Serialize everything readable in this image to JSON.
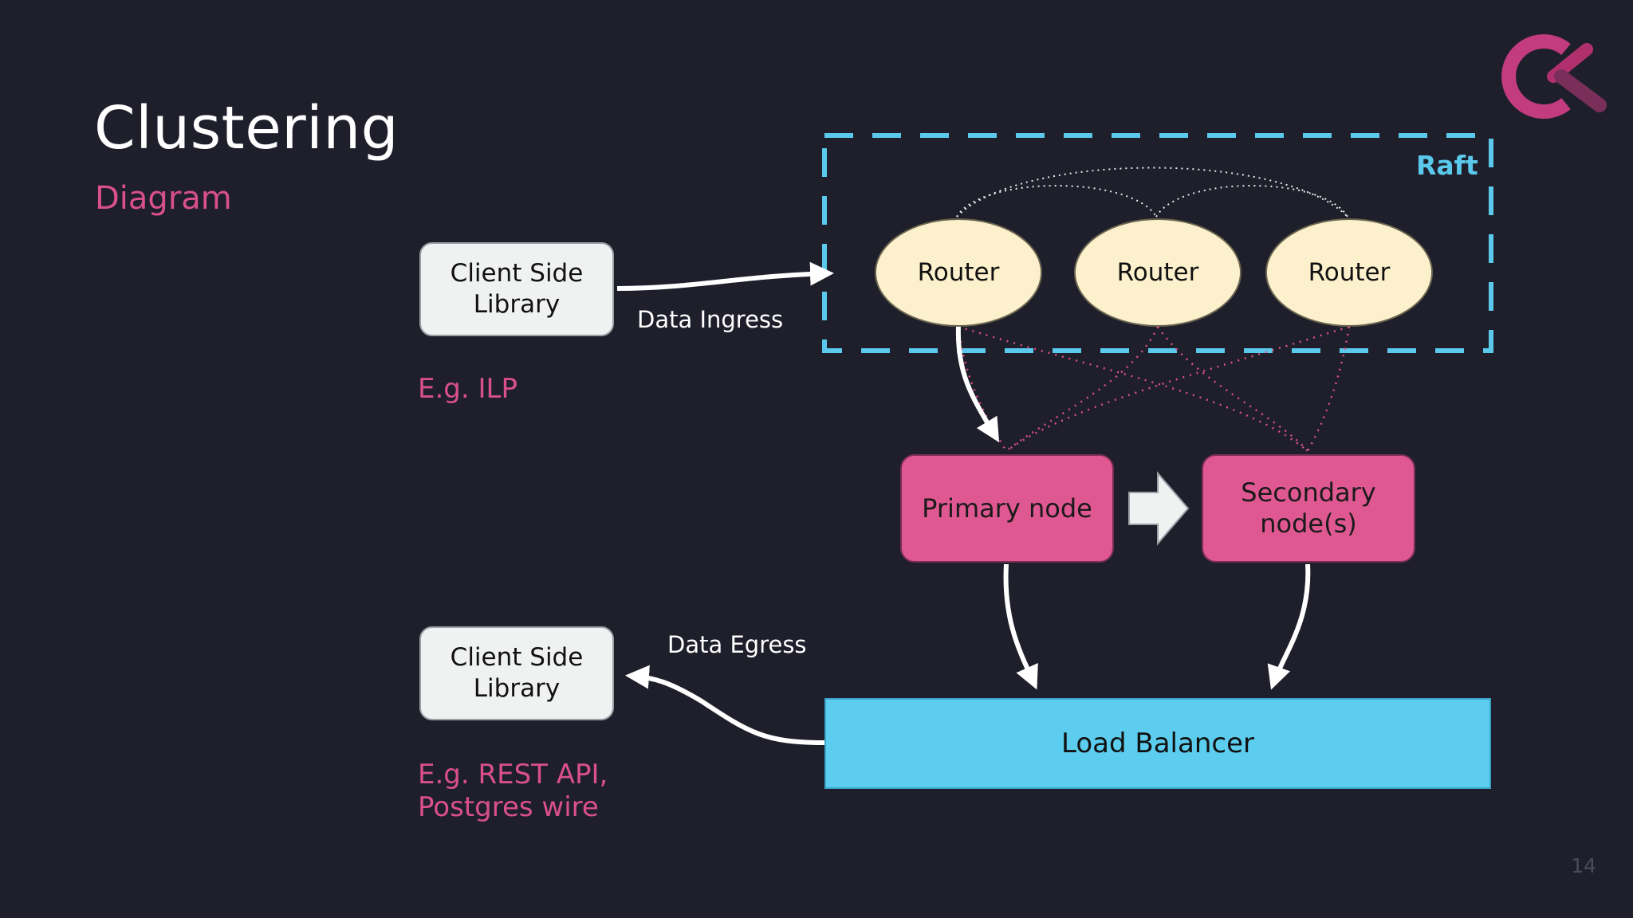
{
  "slide": {
    "title": "Clustering",
    "subtitle": "Diagram",
    "page_number": "14"
  },
  "clients": {
    "ingress": {
      "label": "Client Side\nLibrary",
      "note": "E.g. ILP"
    },
    "egress": {
      "label": "Client Side\nLibrary",
      "note": "E.g. REST API,\nPostgres wire"
    }
  },
  "flows": {
    "ingress_label": "Data Ingress",
    "egress_label": "Data Egress"
  },
  "raft": {
    "label": "Raft",
    "routers": [
      "Router",
      "Router",
      "Router"
    ]
  },
  "nodes": {
    "primary": "Primary node",
    "secondary": "Secondary\nnode(s)"
  },
  "load_balancer": "Load Balancer",
  "colors": {
    "background": "#1e1f2b",
    "accent_pink": "#d9508a",
    "node_pink": "#df5891",
    "raft_cyan": "#5bc9ec",
    "router_fill": "#fdf0cc"
  },
  "icons": {
    "logo": "questdb-logo-icon"
  }
}
